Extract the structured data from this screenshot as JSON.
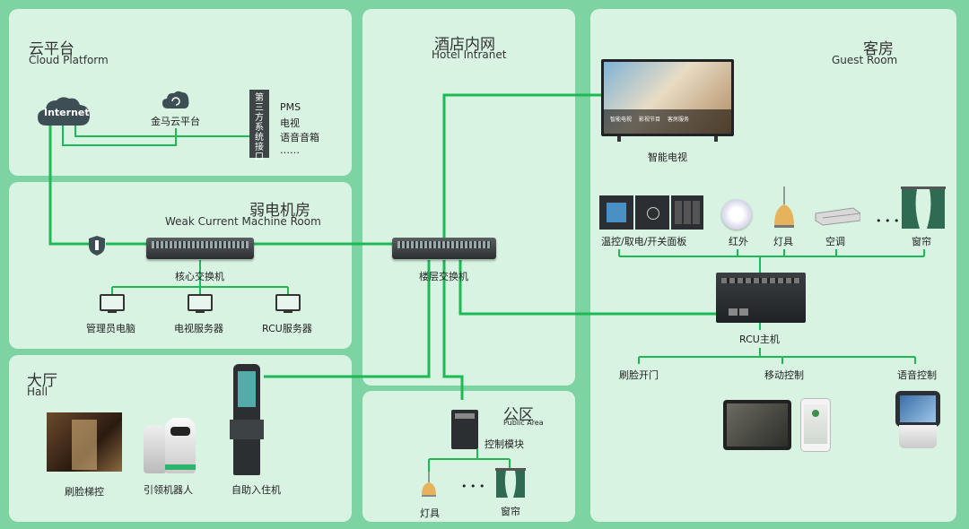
{
  "cloud": {
    "title_zh": "云平台",
    "title_en": "Cloud Platform",
    "internet": "Internet",
    "jinma": "金马云平台",
    "third_party": "第三方系统接口",
    "third_items": [
      "PMS",
      "电视",
      "语音音箱",
      "……"
    ]
  },
  "weak": {
    "title_zh": "弱电机房",
    "title_en": "Weak Current Machine Room",
    "core_switch": "核心交换机",
    "devices": [
      "管理员电脑",
      "电视服务器",
      "RCU服务器"
    ]
  },
  "hall": {
    "title_zh": "大厅",
    "title_en": "Hall",
    "items": [
      "刷脸梯控",
      "引领机器人",
      "自助入住机"
    ]
  },
  "intranet": {
    "title_zh": "酒店内网",
    "title_en": "Hotel Intranet",
    "floor_switch": "楼层交换机"
  },
  "public": {
    "title_zh": "公区",
    "title_en": "Public Area",
    "control_module": "控制模块",
    "lamp": "灯具",
    "ellipsis": "• • •",
    "curtain": "窗帘"
  },
  "guest": {
    "title_zh": "客房",
    "title_en": "Guest Room",
    "smart_tv": "智能电视",
    "tv_screen_items": [
      "智能电视",
      "影视节目",
      "客房服务"
    ],
    "devices": [
      "温控/取电/开关面板",
      "红外",
      "灯具",
      "空调",
      "窗帘"
    ],
    "ellipsis": "• • •",
    "rcu": "RCU主机",
    "controls": [
      "刷脸开门",
      "移动控制",
      "语音控制"
    ]
  },
  "colors": {
    "line": "#1db954",
    "panel": "#d8f3e2",
    "background": "#7dd3a2"
  }
}
